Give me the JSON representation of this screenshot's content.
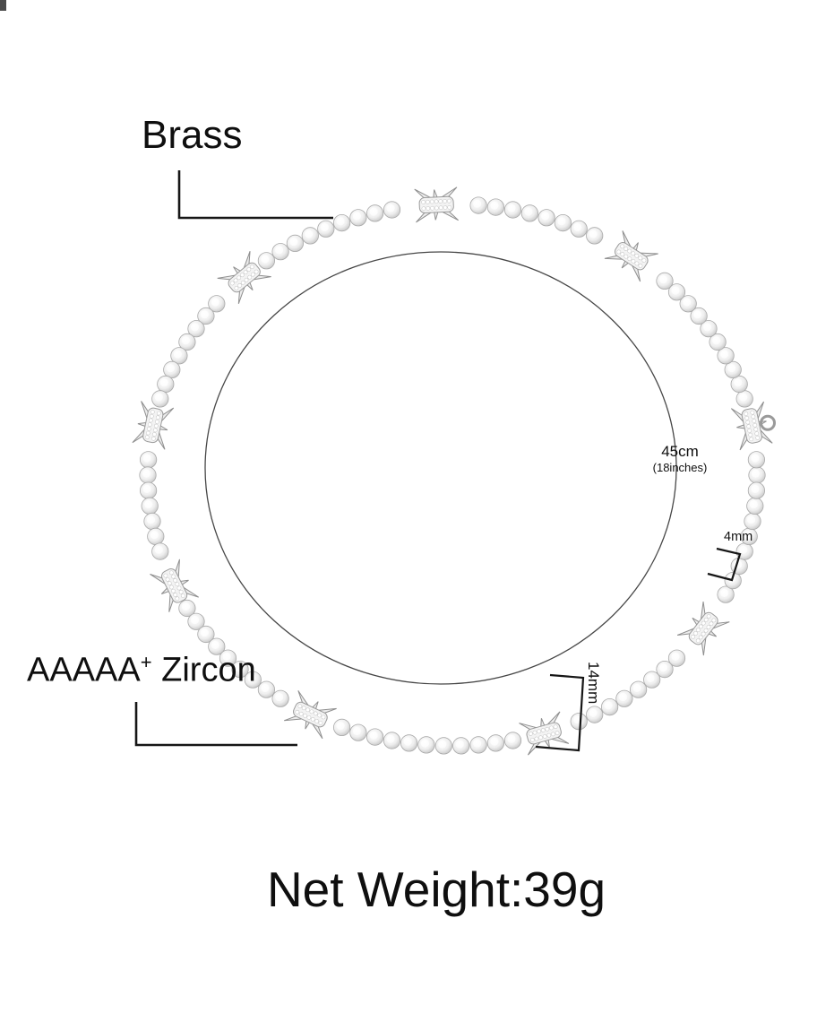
{
  "labels": {
    "material": "Brass",
    "stone_grade": "AAAAA",
    "stone_grade_sup": "+",
    "stone_name": " Zircon",
    "length": "45cm",
    "length_inches": "(18inches)",
    "chain_width": "4mm",
    "barb_size": "14mm",
    "net_weight": "Net Weight:39g"
  },
  "colors": {
    "background": "#ffffff",
    "text": "#0f0f0f",
    "annotation_line": "#161616",
    "metal_light": "#f4f4f4",
    "metal_mid": "#d6d6d6",
    "metal_dark": "#969696"
  },
  "illustration": {
    "subject": "barbed-wire tennis chain necklace laid in a circle",
    "bead_count_visible": 110,
    "barb_ornament_count": 9
  }
}
